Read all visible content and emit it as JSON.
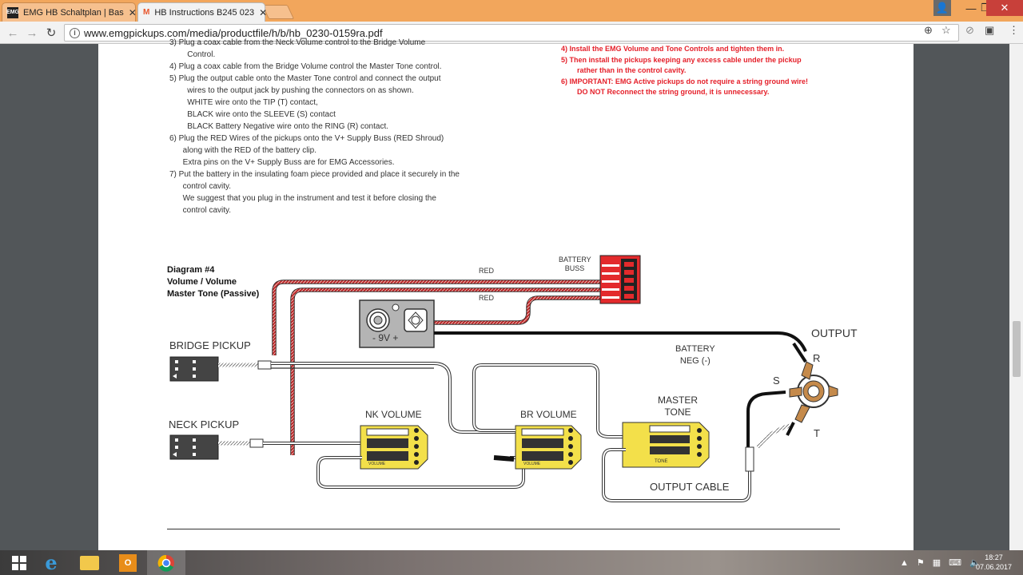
{
  "browser": {
    "tabs": [
      {
        "title": "EMG HB Schaltplan | Bas",
        "favicon": "EMG"
      },
      {
        "title": "HB Instructions B245 023",
        "favicon": "M"
      }
    ],
    "url": "www.emgpickups.com/media/productfile/h/b/hb_0230-0159ra.pdf"
  },
  "document": {
    "steps": [
      "3) Plug a coax cable from the Neck Volume control to the Bridge Volume",
      "    Control.",
      "4) Plug a coax cable from the Bridge Volume control the Master Tone control.",
      "5) Plug the output cable onto the Master Tone control and connect the output",
      "    wires to the output jack by pushing the connectors on as shown.",
      "    WHITE wire onto the TIP (T) contact,",
      "    BLACK wire onto the SLEEVE (S) contact",
      "    BLACK Battery Negative wire onto the RING (R) contact.",
      "6) Plug the RED Wires of the pickups onto the V+ Supply Buss (RED Shroud)",
      "   along with the RED of the battery clip.",
      "   Extra pins on the V+ Supply Buss are for EMG Accessories.",
      "7) Put the battery in the insulating foam piece provided and place it securely in the",
      "   control cavity.",
      "   We suggest that you plug in the instrument and test it before closing the",
      "   control cavity."
    ],
    "notes": [
      "4) Install the EMG Volume and Tone Controls and tighten them in.",
      "5) Then install the pickups keeping any excess cable under the pickup",
      "    rather than in the control cavity.",
      "6) IMPORTANT: EMG Active pickups do not require a string ground wire!",
      "    DO NOT Reconnect the string ground, it is unnecessary."
    ]
  },
  "diagram": {
    "title_lines": [
      "Diagram #4",
      "Volume / Volume",
      "Master Tone (Passive)"
    ],
    "red1": "RED",
    "red2": "RED",
    "battery_buss": [
      "BATTERY",
      "BUSS"
    ],
    "battery_label": "-  9V  +",
    "bridge_pickup": "BRIDGE PICKUP",
    "neck_pickup": "NECK PICKUP",
    "output": "OUTPUT",
    "battery_neg": [
      "BATTERY",
      "NEG (-)"
    ],
    "r": "R",
    "s": "S",
    "t": "T",
    "nk_volume": "NK VOLUME",
    "br_volume": "BR VOLUME",
    "master_tone": [
      "MASTER",
      "TONE"
    ],
    "output_cable": "OUTPUT CABLE",
    "pot_text_nk": "VOLUME",
    "pot_text_br": "VOLUME",
    "pot_text_tone": "TONE"
  },
  "taskbar": {
    "time": "18:27",
    "date": "07.06.2017"
  },
  "colors": {
    "tabstrip": "#f2a65c",
    "red_wire": "#c0282a",
    "pot_yellow": "#f3e04a",
    "buss_red": "#e32a2c",
    "note_red": "#e5202a"
  }
}
